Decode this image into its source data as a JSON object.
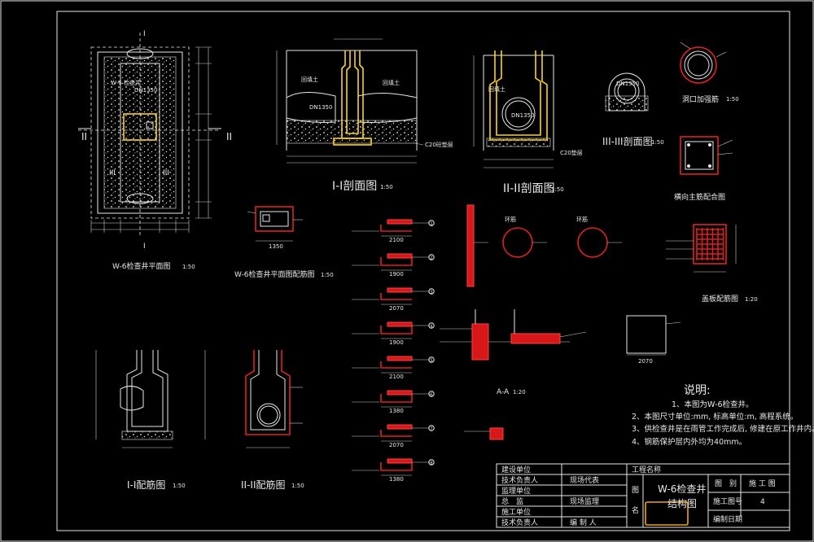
{
  "sheet": {
    "colors": {
      "background": "#000000",
      "line": "#e8e8e8",
      "yellow": "#ffd21a",
      "red": "#e02020",
      "green": "#2ea82e"
    }
  },
  "plan": {
    "marker_i": "I",
    "marker_ii": "II",
    "marker_iii": "III",
    "pipe_label": "DN1350",
    "well_label": "W-6\n检查井",
    "title": "W-6检查井平面图",
    "scale": "1:50"
  },
  "section_1": {
    "title": "I-I剖面图",
    "scale": "1:50",
    "pipe_label": "DN1350",
    "soil_left": "回填土",
    "soil_right": "回填土",
    "cover_label": "C20砼垫层"
  },
  "section_2": {
    "title": "II-II剖面图",
    "scale": "1:50",
    "pipe_label": "DN1350",
    "soil_left": "回填土",
    "base_label": "C20垫层"
  },
  "section_3": {
    "title": "III-III剖面图",
    "scale": "1:50",
    "pipe_label": "DN1350"
  },
  "reinforce_ring": {
    "title": "洞口加强筋",
    "scale": "1:50"
  },
  "cross_rebar": {
    "title": "横向主筋配合图"
  },
  "slab_plan": {
    "title": "W-6检查井平面图配筋图",
    "scale": "1:50",
    "dim": "1350"
  },
  "bending_schedule": {
    "rows": [
      {
        "no": "1",
        "dim": "2100"
      },
      {
        "no": "2",
        "dim": "1900"
      },
      {
        "no": "3",
        "dim": "2070"
      },
      {
        "no": "4",
        "dim": "1900"
      },
      {
        "no": "5",
        "dim": "2100"
      },
      {
        "no": "6",
        "dim": "1380"
      },
      {
        "no": "7",
        "dim": "2070"
      },
      {
        "no": "8",
        "dim": "1380"
      }
    ]
  },
  "detail_aa": {
    "title": "A-A",
    "scale": "1:20",
    "circle_label_left": "环筋",
    "circle_label_right": "环筋"
  },
  "cover_plate": {
    "title": "盖板配筋图",
    "scale": "1:20",
    "dim": "2070"
  },
  "rebar_section_1": {
    "title": "I-I配筋图",
    "scale": "1:50"
  },
  "rebar_section_2": {
    "title": "II-II配筋图",
    "scale": "1:50"
  },
  "notes": {
    "heading": "说明:",
    "lines": [
      "1、本图为W-6检查井。",
      "2、本图尺寸单位:mm, 标高单位:m, 高程系统。",
      "3、供检查井是在雨管工作完成后, 修建在原工作井内。",
      "4、钢筋保护层内外均为40mm。"
    ]
  },
  "title_block": {
    "left_rows": [
      "建设单位",
      "技术负责人",
      "监理单位",
      "总　监",
      "施工单位",
      "技术负责人"
    ],
    "mid_rows": [
      "",
      "现场代表",
      "",
      "现场监理",
      "",
      "编 制 人"
    ],
    "project_label": "工程名称",
    "drawing_name": "W-6检查井",
    "drawing_sub": "结构图",
    "col_tu": "图",
    "col_ming": "名",
    "stage_label": "图　别",
    "stage_value": "施 工 图",
    "sheet_label": "施工图号",
    "sheet_value": "4",
    "date_label": "编制日期"
  }
}
